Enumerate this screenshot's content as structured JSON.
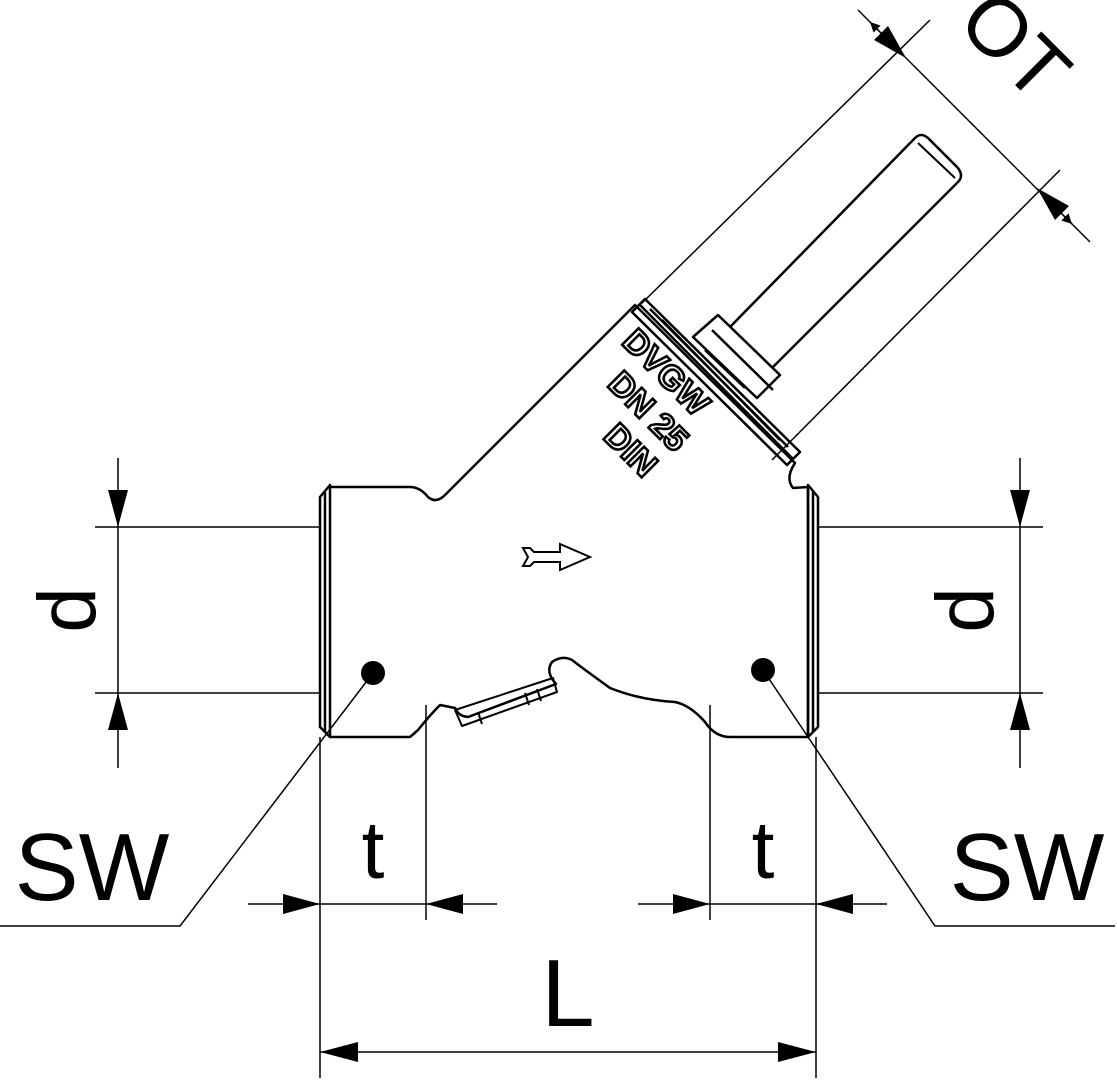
{
  "drawing": {
    "title": "Y-strainer dimension drawing",
    "line_color": "#000000",
    "background_color": "#ffffff"
  },
  "dimensions": {
    "ot_label": "OT",
    "d_left_label": "d",
    "d_right_label": "d",
    "sw_left_label": "SW",
    "sw_right_label": "SW",
    "t_left_label": "t",
    "t_right_label": "t",
    "l_label": "L"
  },
  "body_marking": {
    "line1": "DVGW",
    "line2": "DN 25",
    "line3": "DIN"
  }
}
